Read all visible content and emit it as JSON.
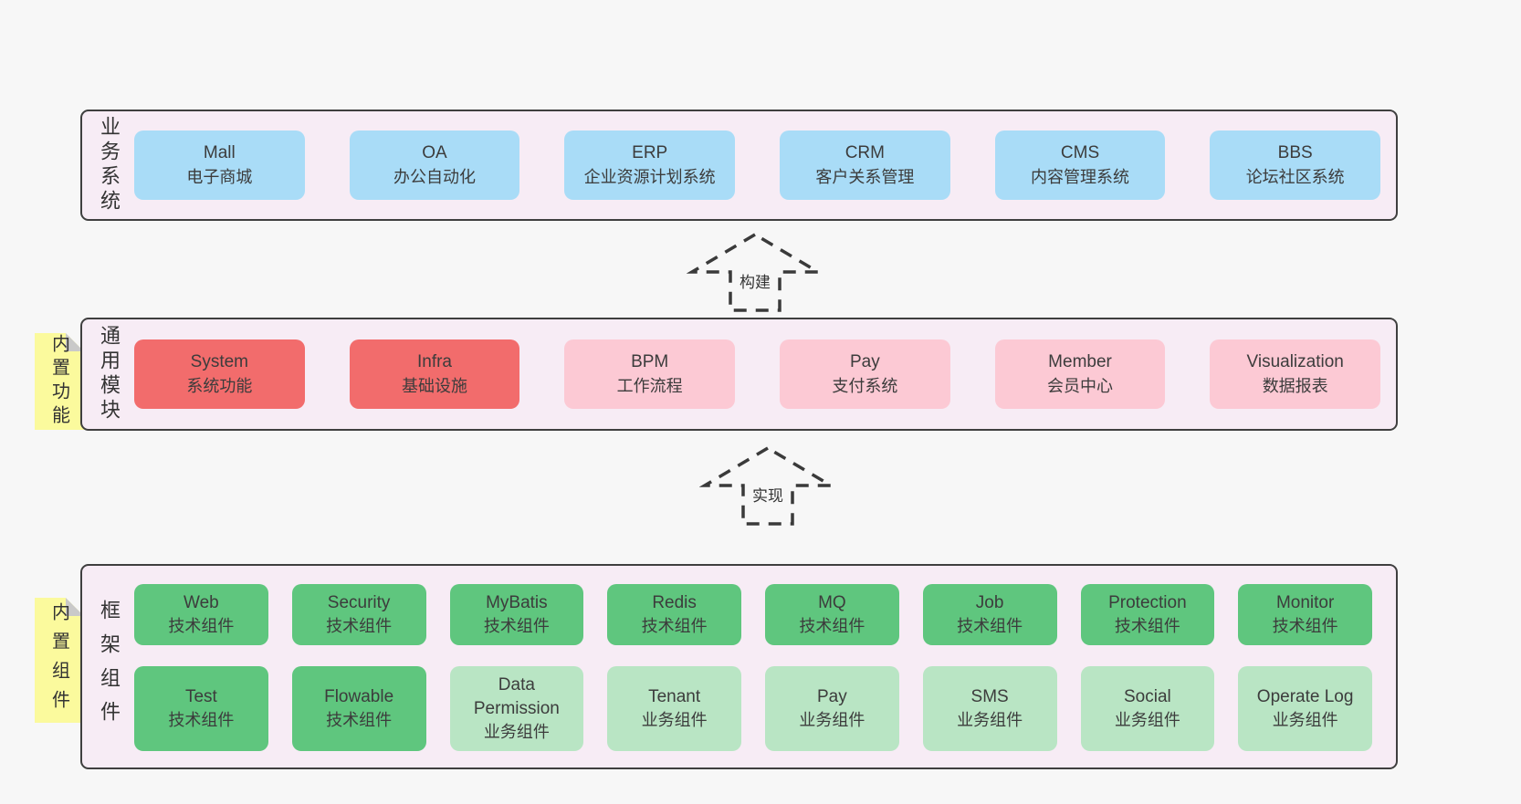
{
  "palette": {
    "page_bg": "#f7f7f7",
    "panel_bg": "#f7ecf5",
    "panel_border": "#3f3f3f",
    "business_box_blue": "#a9dcf7",
    "module_box_red": "#f26c6c",
    "module_box_pink": "#fcc9d4",
    "tech_box_green": "#5fc67e",
    "biz_box_light_green": "#b9e5c4",
    "note_yellow": "#fbfa9d",
    "note_fold_gray": "#c9c9c9",
    "text": "#3c3c3c"
  },
  "sections": [
    {
      "label": "业务系统",
      "boxes": [
        {
          "name": "Mall",
          "desc": "电子商城"
        },
        {
          "name": "OA",
          "desc": "办公自动化"
        },
        {
          "name": "ERP",
          "desc": "企业资源计划系统"
        },
        {
          "name": "CRM",
          "desc": "客户关系管理"
        },
        {
          "name": "CMS",
          "desc": "内容管理系统"
        },
        {
          "name": "BBS",
          "desc": "论坛社区系统"
        }
      ]
    },
    {
      "label": "通用模块",
      "boxes": [
        {
          "name": "System",
          "desc": "系统功能"
        },
        {
          "name": "Infra",
          "desc": "基础设施"
        },
        {
          "name": "BPM",
          "desc": "工作流程"
        },
        {
          "name": "Pay",
          "desc": "支付系统"
        },
        {
          "name": "Member",
          "desc": "会员中心"
        },
        {
          "name": "Visualization",
          "desc": "数据报表"
        }
      ]
    },
    {
      "label": "框架组件",
      "boxes": [
        {
          "name": "Web",
          "desc": "技术组件"
        },
        {
          "name": "Security",
          "desc": "技术组件"
        },
        {
          "name": "MyBatis",
          "desc": "技术组件"
        },
        {
          "name": "Redis",
          "desc": "技术组件"
        },
        {
          "name": "MQ",
          "desc": "技术组件"
        },
        {
          "name": "Job",
          "desc": "技术组件"
        },
        {
          "name": "Protection",
          "desc": "技术组件"
        },
        {
          "name": "Monitor",
          "desc": "技术组件"
        },
        {
          "name": "Test",
          "desc": "技术组件"
        },
        {
          "name": "Flowable",
          "desc": "技术组件"
        },
        {
          "name": "Data Permission",
          "desc": "业务组件"
        },
        {
          "name": "Tenant",
          "desc": "业务组件"
        },
        {
          "name": "Pay",
          "desc": "业务组件"
        },
        {
          "name": "SMS",
          "desc": "业务组件"
        },
        {
          "name": "Social",
          "desc": "业务组件"
        },
        {
          "name": "Operate Log",
          "desc": "业务组件"
        }
      ]
    }
  ],
  "arrows": [
    {
      "label": "构建"
    },
    {
      "label": "实现"
    }
  ],
  "notes": [
    {
      "label": "内置功能"
    },
    {
      "label": "内置组件"
    }
  ]
}
